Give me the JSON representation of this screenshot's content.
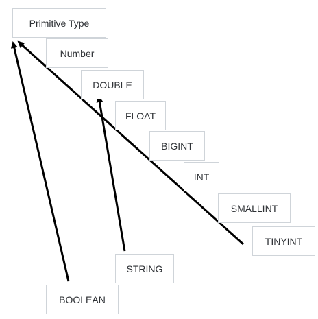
{
  "diagram": {
    "nodes": [
      {
        "id": "primitive",
        "label": "Primitive Type"
      },
      {
        "id": "number",
        "label": "Number"
      },
      {
        "id": "double",
        "label": "DOUBLE"
      },
      {
        "id": "float",
        "label": "FLOAT"
      },
      {
        "id": "bigint",
        "label": "BIGINT"
      },
      {
        "id": "int",
        "label": "INT"
      },
      {
        "id": "smallint",
        "label": "SMALLINT"
      },
      {
        "id": "tinyint",
        "label": "TINYINT"
      },
      {
        "id": "string",
        "label": "STRING"
      },
      {
        "id": "boolean",
        "label": "BOOLEAN"
      }
    ],
    "arrows": [
      {
        "from": "tinyint",
        "to": "primitive"
      },
      {
        "from": "boolean",
        "to": "primitive"
      },
      {
        "from": "string",
        "to": "double"
      }
    ],
    "colors": {
      "arrow": "#000000",
      "node_border": "#cfd4d9",
      "node_text": "#2f3236",
      "background": "#ffffff"
    }
  }
}
